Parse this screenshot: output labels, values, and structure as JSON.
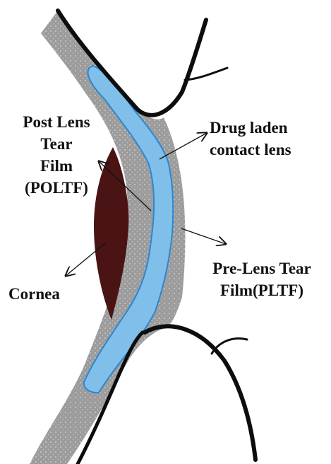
{
  "labels": {
    "post_lens": [
      "Post Lens",
      "Tear",
      "Film",
      "(POLTF)"
    ],
    "drug_lens": [
      "Drug laden",
      "contact lens"
    ],
    "pre_lens": [
      "Pre-Lens Tear",
      "Film(PLTF)"
    ],
    "cornea": "Cornea"
  },
  "colors": {
    "tear_film": "#9c9c9c",
    "contact_lens": "#80bfe9",
    "contact_lens_edge": "#2e86d0",
    "cornea": "#4a1414",
    "eyelid": "#0d0d0d"
  }
}
